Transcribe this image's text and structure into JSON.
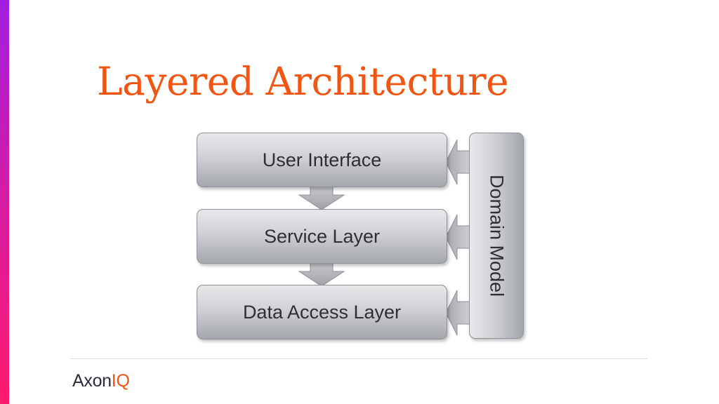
{
  "slide": {
    "title": "Layered Architecture"
  },
  "diagram": {
    "layers": [
      {
        "label": "User Interface"
      },
      {
        "label": "Service Layer"
      },
      {
        "label": "Data Access Layer"
      }
    ],
    "side_box": {
      "label": "Domain Model"
    }
  },
  "footer": {
    "logo_main": "Axon",
    "logo_accent": "IQ"
  },
  "colors": {
    "title": "#f25412",
    "accent_gradient_top": "#a11ee0",
    "accent_gradient_bottom": "#ff1a6c",
    "box_fill": "#c3c5c9",
    "arrow_fill": "#a9acb1",
    "logo_dark": "#2a2d3e",
    "logo_accent": "#f25412"
  }
}
